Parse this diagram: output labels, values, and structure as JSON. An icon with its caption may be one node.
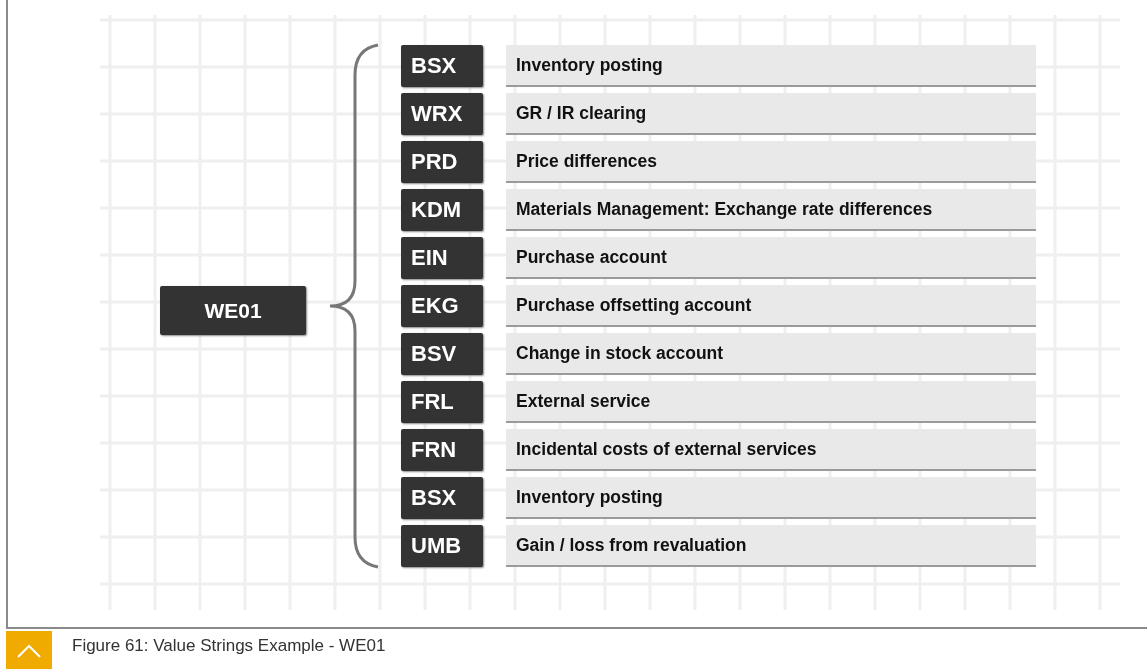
{
  "diagram": {
    "caption": "Figure 61: Value Strings Example - WE01",
    "nodes": [
      {
        "text": [
          "WE01"
        ]
      },
      {
        "text": [
          "BSX"
        ]
      },
      {
        "text": [
          "Inventory posting"
        ]
      },
      {
        "text": [
          "WRX"
        ]
      },
      {
        "text": [
          "GR / IR clearing"
        ]
      },
      {
        "text": [
          "PRD"
        ]
      },
      {
        "text": [
          "Price differences"
        ]
      },
      {
        "text": [
          "KDM"
        ]
      },
      {
        "text": [
          "Materials Management: Exchange rate differences"
        ]
      },
      {
        "text": [
          "EIN"
        ]
      },
      {
        "text": [
          "Purchase account"
        ]
      },
      {
        "text": [
          "EKG"
        ]
      },
      {
        "text": [
          "Purchase offsetting account"
        ]
      },
      {
        "text": [
          "BSV"
        ]
      },
      {
        "text": [
          "Change in stock account"
        ]
      },
      {
        "text": [
          "FRL"
        ]
      },
      {
        "text": [
          "External service"
        ]
      },
      {
        "text": [
          "FRN"
        ]
      },
      {
        "text": [
          "Incidental costs of external services"
        ]
      },
      {
        "text": [
          "BSX"
        ]
      },
      {
        "text": [
          "Inventory posting"
        ]
      },
      {
        "text": [
          "UMB"
        ]
      },
      {
        "text": [
          "Gain / loss from revaluation"
        ]
      }
    ]
  }
}
